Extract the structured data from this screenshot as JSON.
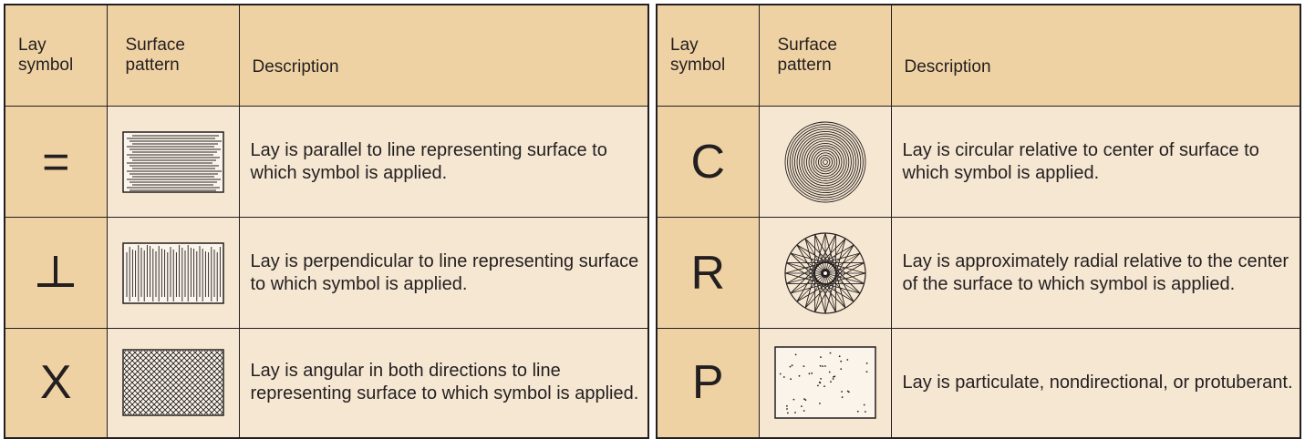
{
  "headers": {
    "lay_symbol": "Lay\nsymbol",
    "surface_pattern": "Surface\npattern",
    "description": "Description"
  },
  "left_rows": [
    {
      "symbol": "=",
      "symbol_name": "parallel-symbol",
      "pattern": "parallel",
      "description": "Lay is parallel to line representing surface to which symbol is applied."
    },
    {
      "symbol": "⊥",
      "symbol_name": "perpendicular-symbol",
      "pattern": "perpendicular",
      "description": "Lay is perpendicular to line representing surface to which symbol is applied."
    },
    {
      "symbol": "X",
      "symbol_name": "angular-symbol",
      "pattern": "crosshatch",
      "description": "Lay is angular in both directions to line representing surface to which symbol is applied."
    }
  ],
  "right_rows": [
    {
      "symbol": "C",
      "symbol_name": "circular-symbol",
      "pattern": "circular",
      "description": "Lay is circular relative to center of surface to which symbol is applied."
    },
    {
      "symbol": "R",
      "symbol_name": "radial-symbol",
      "pattern": "radial",
      "description": "Lay is approximately radial relative to the center of the surface to which symbol is applied."
    },
    {
      "symbol": "P",
      "symbol_name": "particulate-symbol",
      "pattern": "particulate",
      "description": "Lay is particulate, nondirectional, or protuberant."
    }
  ],
  "colors": {
    "header_fill": "#efd2a4",
    "symbol_fill": "#efd2a4",
    "body_fill": "#f6e7d2",
    "line": "#231f20"
  }
}
